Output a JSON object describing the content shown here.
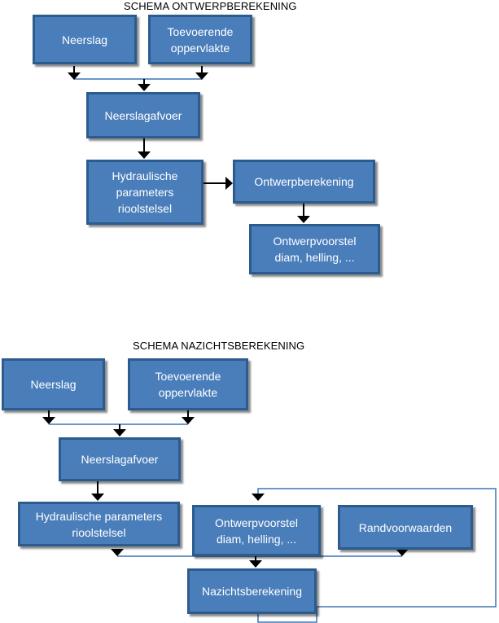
{
  "diagram1": {
    "title": "SCHEMA ONTWERPBEREKENING",
    "nodes": {
      "neerslag": "Neerslag",
      "toevoerende": [
        "Toevoerende",
        "oppervlakte"
      ],
      "neerslagafvoer": "Neerslagafvoer",
      "hydraulische": [
        "Hydraulische",
        "parameters",
        "rioolstelsel"
      ],
      "ontwerpberekening": "Ontwerpberekening",
      "ontwerpvoorstel": [
        "Ontwerpvoorstel",
        "diam, helling, ..."
      ]
    }
  },
  "diagram2": {
    "title": "SCHEMA NAZICHTSBEREKENING",
    "nodes": {
      "neerslag": "Neerslag",
      "toevoerende": [
        "Toevoerende",
        "oppervlakte"
      ],
      "neerslagafvoer": "Neerslagafvoer",
      "hydraulische": [
        "Hydraulische parameters",
        "rioolstelsel"
      ],
      "ontwerpvoorstel": [
        "Ontwerpvoorstel",
        "diam, helling, ..."
      ],
      "randvoorwaarden": "Randvoorwaarden",
      "nazichtsberekening": "Nazichtsberekening"
    }
  },
  "colors": {
    "box_fill": "#4a7ebb",
    "box_border": "#2c5b8e",
    "connector_line": "#3f74b5",
    "arrow": "#000000"
  }
}
